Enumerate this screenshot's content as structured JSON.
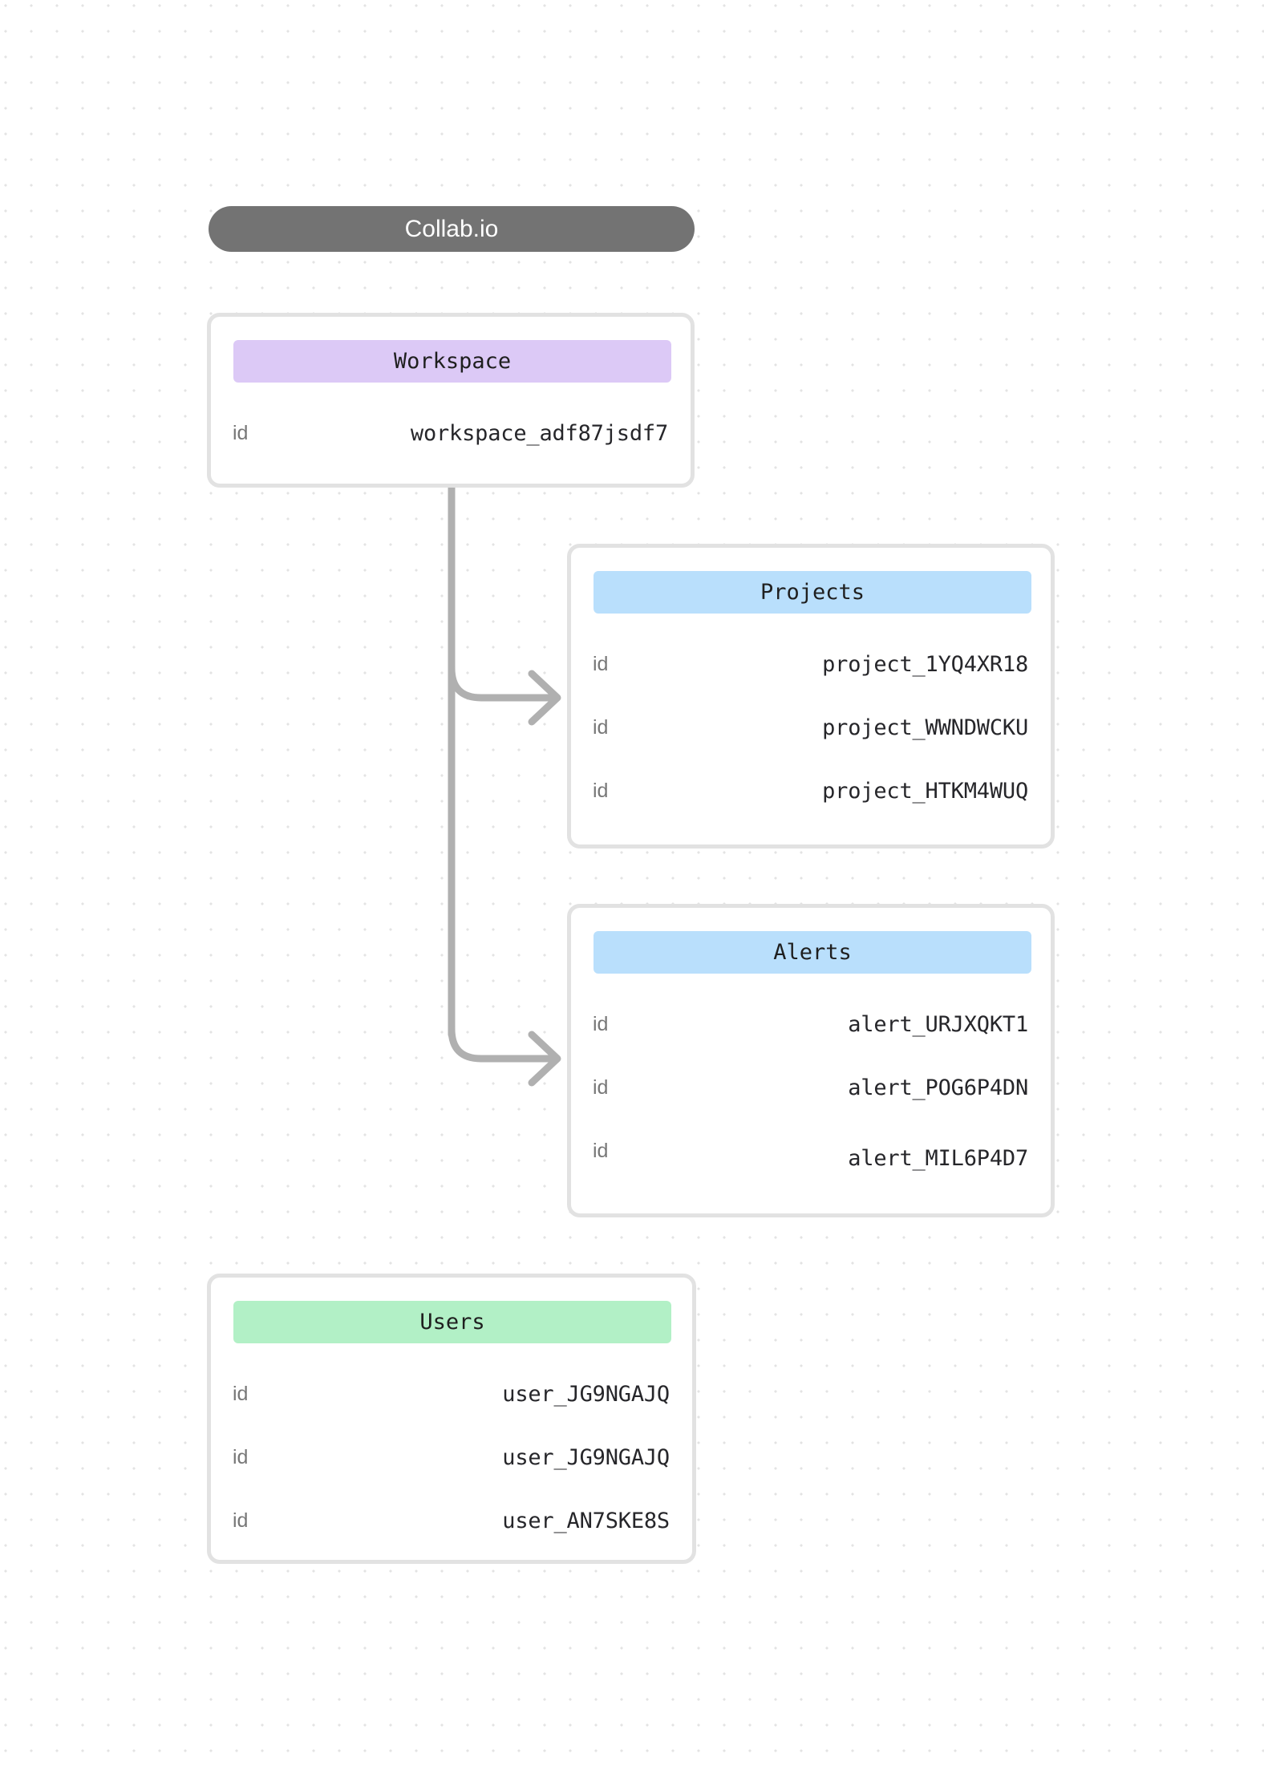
{
  "diagram": {
    "title": "Collab.io",
    "background": {
      "style": "dotted-grid",
      "dot_color": "#e3e3e3",
      "page_color": "#ffffff"
    },
    "colors": {
      "title_pill": "#737373",
      "workspace_header": "#dcc9f6",
      "projects_header": "#b9dffc",
      "alerts_header": "#b9dffc",
      "users_header": "#b2f0c6",
      "card_border": "#e2e2e2",
      "connector": "#b0b0b0",
      "key_text": "#777777",
      "value_text": "#26262a"
    },
    "cards": [
      {
        "id": "workspace",
        "title": "Workspace",
        "accent": "purple",
        "rows": [
          {
            "key": "id",
            "value": "workspace_adf87jsdf7"
          }
        ]
      },
      {
        "id": "projects",
        "title": "Projects",
        "accent": "blue",
        "rows": [
          {
            "key": "id",
            "value": "project_1YQ4XR18"
          },
          {
            "key": "id",
            "value": "project_WWNDWCKU"
          },
          {
            "key": "id",
            "value": "project_HTKM4WUQ"
          }
        ]
      },
      {
        "id": "alerts",
        "title": "Alerts",
        "accent": "blue",
        "rows": [
          {
            "key": "id",
            "value": "alert_URJXQKT1"
          },
          {
            "key": "id",
            "value": "alert_POG6P4DN"
          },
          {
            "key": "id",
            "value": "alert_MIL6P4D7"
          }
        ]
      },
      {
        "id": "users",
        "title": "Users",
        "accent": "green",
        "rows": [
          {
            "key": "id",
            "value": "user_JG9NGAJQ"
          },
          {
            "key": "id",
            "value": "user_JG9NGAJQ"
          },
          {
            "key": "id",
            "value": "user_AN7SKE8S"
          }
        ]
      }
    ],
    "connectors": [
      {
        "from": "workspace",
        "to": "projects"
      },
      {
        "from": "workspace",
        "to": "alerts"
      }
    ]
  }
}
